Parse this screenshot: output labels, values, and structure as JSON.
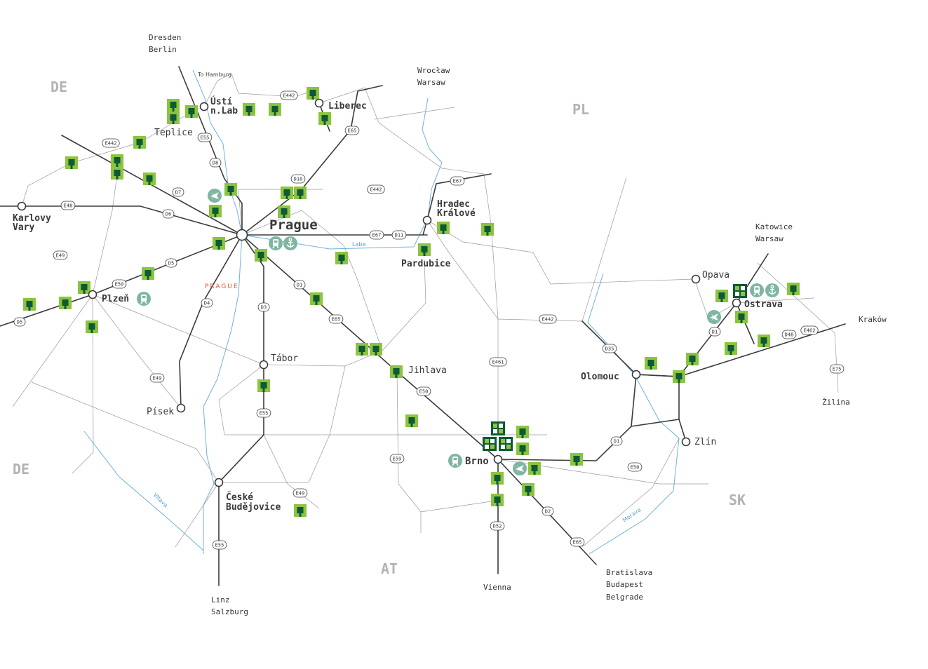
{
  "colors": {
    "highway": "#3b3b3b",
    "railway": "#9a9a9a",
    "river": "#6fb3d6",
    "park_light": "#8cc43f",
    "park_dark": "#0e5a36",
    "transport_icon": "#7fb5a3",
    "country_label": "#b3b3b3",
    "region_label": "#e4572e"
  },
  "countries": [
    "DE",
    "DE",
    "PL",
    "SK",
    "AT"
  ],
  "cities": {
    "prague": "Prague",
    "brno": "Brno",
    "ostrava": "Ostrava",
    "plzen": "Plzeň",
    "usti_1": "Ústí",
    "usti_2": "n.Lab",
    "liberec": "Liberec",
    "hradec_1": "Hradec",
    "hradec_2": "Králové",
    "pardubice": "Pardubice",
    "olomouc": "Olomouc",
    "ceske_1": "České",
    "ceske_2": "Budějovice",
    "karlovy_1": "Karlovy",
    "karlovy_2": "Vary",
    "teplice": "Teplice",
    "tabor": "Tábor",
    "jihlava": "Jihlava",
    "pisek": "Písek",
    "zlin": "Zlín",
    "opava": "Opava"
  },
  "destinations": {
    "dresden": "Dresden",
    "berlin": "Berlin",
    "to_hamburg": "To Hamburg",
    "wroclaw": "Wrocław",
    "warsaw_1": "Warsaw",
    "katowice": "Katowice",
    "warsaw_2": "Warsaw",
    "krakow": "Kraków",
    "zilina": "Žilina",
    "bratislava": "Bratislava",
    "budapest": "Budapest",
    "belgrade": "Belgrade",
    "vienna": "Vienna",
    "linz": "Linz",
    "salzburg": "Salzburg"
  },
  "region_label": "PRAGUE",
  "rivers": {
    "labe": "Labe",
    "vltava": "Vltava",
    "morava": "Morava"
  },
  "highway_badges": [
    "E442",
    "E55",
    "D8",
    "E442",
    "D7",
    "E48",
    "D6",
    "E49",
    "E50",
    "D5",
    "D5",
    "D4",
    "E49",
    "D10",
    "E65",
    "E442",
    "E67",
    "E67",
    "D11",
    "D1",
    "E65",
    "D3",
    "E55",
    "E55",
    "E49",
    "E50",
    "E59",
    "E461",
    "E442",
    "D35",
    "D1",
    "D48",
    "E462",
    "E75",
    "D1",
    "E50",
    "D52",
    "D2",
    "E65"
  ],
  "icons": [
    "airport-icon",
    "train-icon",
    "port-icon",
    "train-icon",
    "airport-icon",
    "train-icon",
    "airport-icon",
    "train-icon",
    "port-icon"
  ]
}
